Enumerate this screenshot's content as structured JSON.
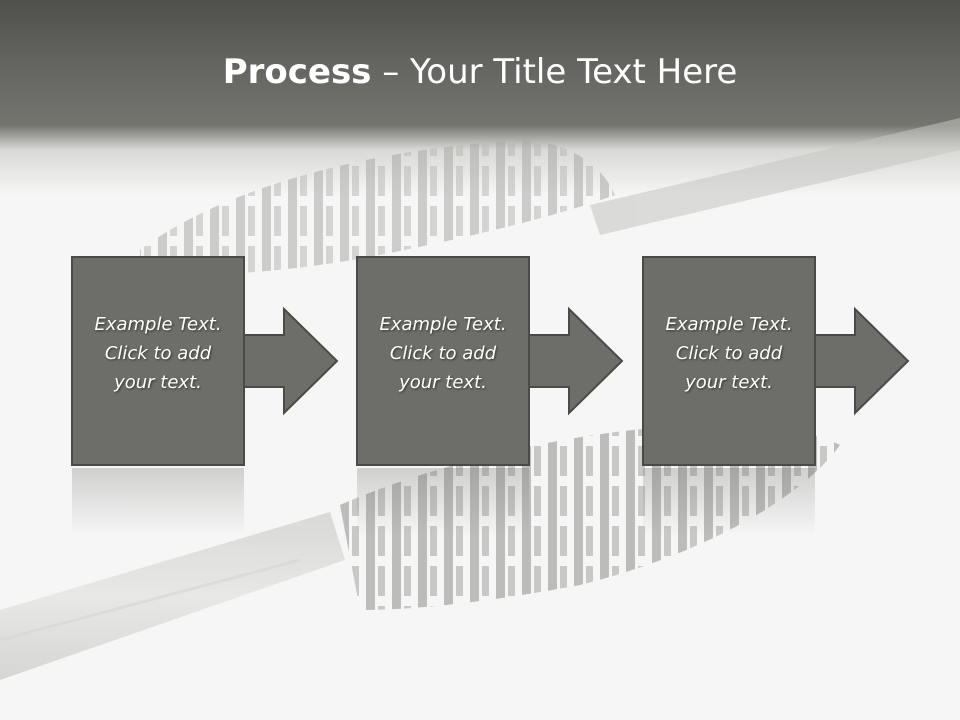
{
  "title": {
    "bold": "Process",
    "rest": " – Your Title Text Here"
  },
  "steps": [
    {
      "lines": [
        "Example Text.",
        "Click  to add",
        "your text."
      ]
    },
    {
      "lines": [
        "Example Text.",
        "Click  to add",
        "your text."
      ]
    },
    {
      "lines": [
        "Example Text.",
        "Click  to add",
        "your text."
      ]
    }
  ],
  "colors": {
    "box_fill": "#6d6e69",
    "box_stroke": "#4a4b47",
    "header": "#5b5c58",
    "background": "#f6f6f6"
  },
  "icons": [
    "mascara-brush-image",
    "arrow-right-icon"
  ]
}
